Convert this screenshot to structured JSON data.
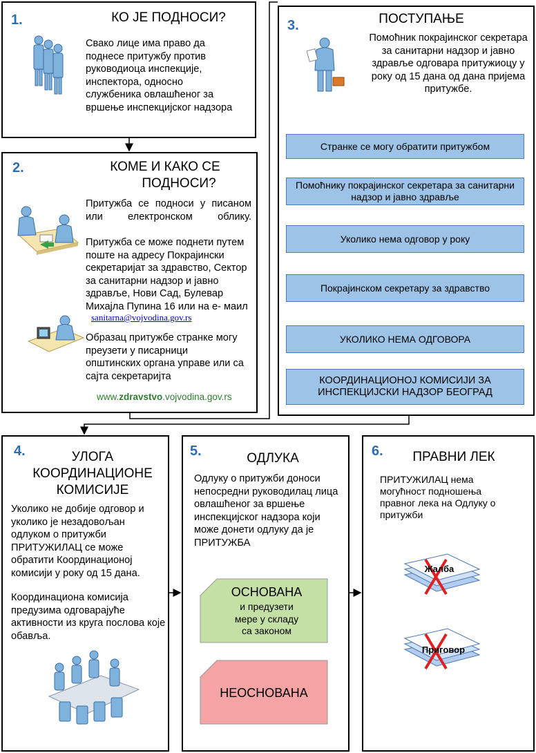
{
  "box1": {
    "number": "1.",
    "title": "КО ЈЕ ПОДНОСИ?",
    "text": "Свако лице има право да поднесе притужбу против руководиоца инспекције, инспектора, односно службеника овлашћеног за вршење инспекцијског надзора"
  },
  "box2": {
    "number": "2.",
    "title_line1": "КОМЕ И КАКО СЕ",
    "title_line2": "ПОДНОСИ?",
    "text1": "Притужба се подноси у писаном или електронском облику.",
    "text2": "Притужба се може поднети путем поште на адресу Покрајински секретаријат за здравство, Сектор за санитарни надзор и јавно здравље, Нови Сад, Булевар Михајла Пупина 16 или на е- маил",
    "email": "sanitarna@vojvodina.gov.rs",
    "text3": "Образац притужбе странке могу преузети у писарници општинских органа управе или са сајта секретаријта",
    "website_prefix": "www.",
    "website_bold": "zdravstvo",
    "website_suffix": ".vojvodina.gov.rs"
  },
  "box3": {
    "number": "3.",
    "title": "ПОСТУПАЊЕ",
    "text": "Помоћник покрајинског секретара за санитарни надзор и јавно здравље одговара притужиоцу у року од 15 дана од дана пријема притужбе.",
    "steps": [
      "Странке се могу обратити  притужбом",
      "Помоћнику покрајинског секретара за санитарни надзор и јавно здравље",
      "Уколико нема одговор у  року",
      "Покрајинском секретару за здравство",
      "УКОЛИКО НЕМА ОДГОВОРА",
      "КООРДИНАЦИОНОЈ КОМИСИЈИ ЗА ИНСПЕКЦИЈСКИ НАДЗОР БЕОГРАД"
    ]
  },
  "box4": {
    "number": "4.",
    "title": "УЛОГА КООРДИНАЦИОНЕ КОМИСИЈЕ",
    "text1": "Уколико не добије одговор и уколико је незадовољан одлуком о притужби ПРИТУЖИЛАЦ се може обратити Координационој комисији у року од 15 дана.",
    "text2": "Координациона комисија предузима одговарајуће активности из круга послова које обавља."
  },
  "box5": {
    "number": "5.",
    "title": "ОДЛУКА",
    "text": "Одлуку о притужби доноси непосредни руководилац лица овлашћеног за вршење инспекцијског надзора који  може донети одлуку да је ПРИТУЖБА",
    "founded_title": "ОСНОВАНА",
    "founded_text": "и предузети мере  у складу са законом",
    "unfounded": "НЕОСНОВАНА"
  },
  "box6": {
    "number": "6.",
    "title": "ПРАВНИ ЛЕК",
    "text": "ПРИТУЖИЛАЦ нема могућност подношења правног лека на Одлуку о притужби",
    "doc1": "Жалба",
    "doc2": "Приговор"
  },
  "colors": {
    "number": "#2e6db0",
    "step_fill": "#9dc3e6",
    "founded_fill": "#c5e0a5",
    "unfounded_fill": "#f4a4a4",
    "website": "#2e7d32",
    "cross": "#e02020"
  },
  "icons": [
    "people-icon",
    "businessman-icon",
    "office-meeting-icon",
    "computer-desk-icon",
    "conference-table-icon",
    "crossed-documents-icon"
  ]
}
